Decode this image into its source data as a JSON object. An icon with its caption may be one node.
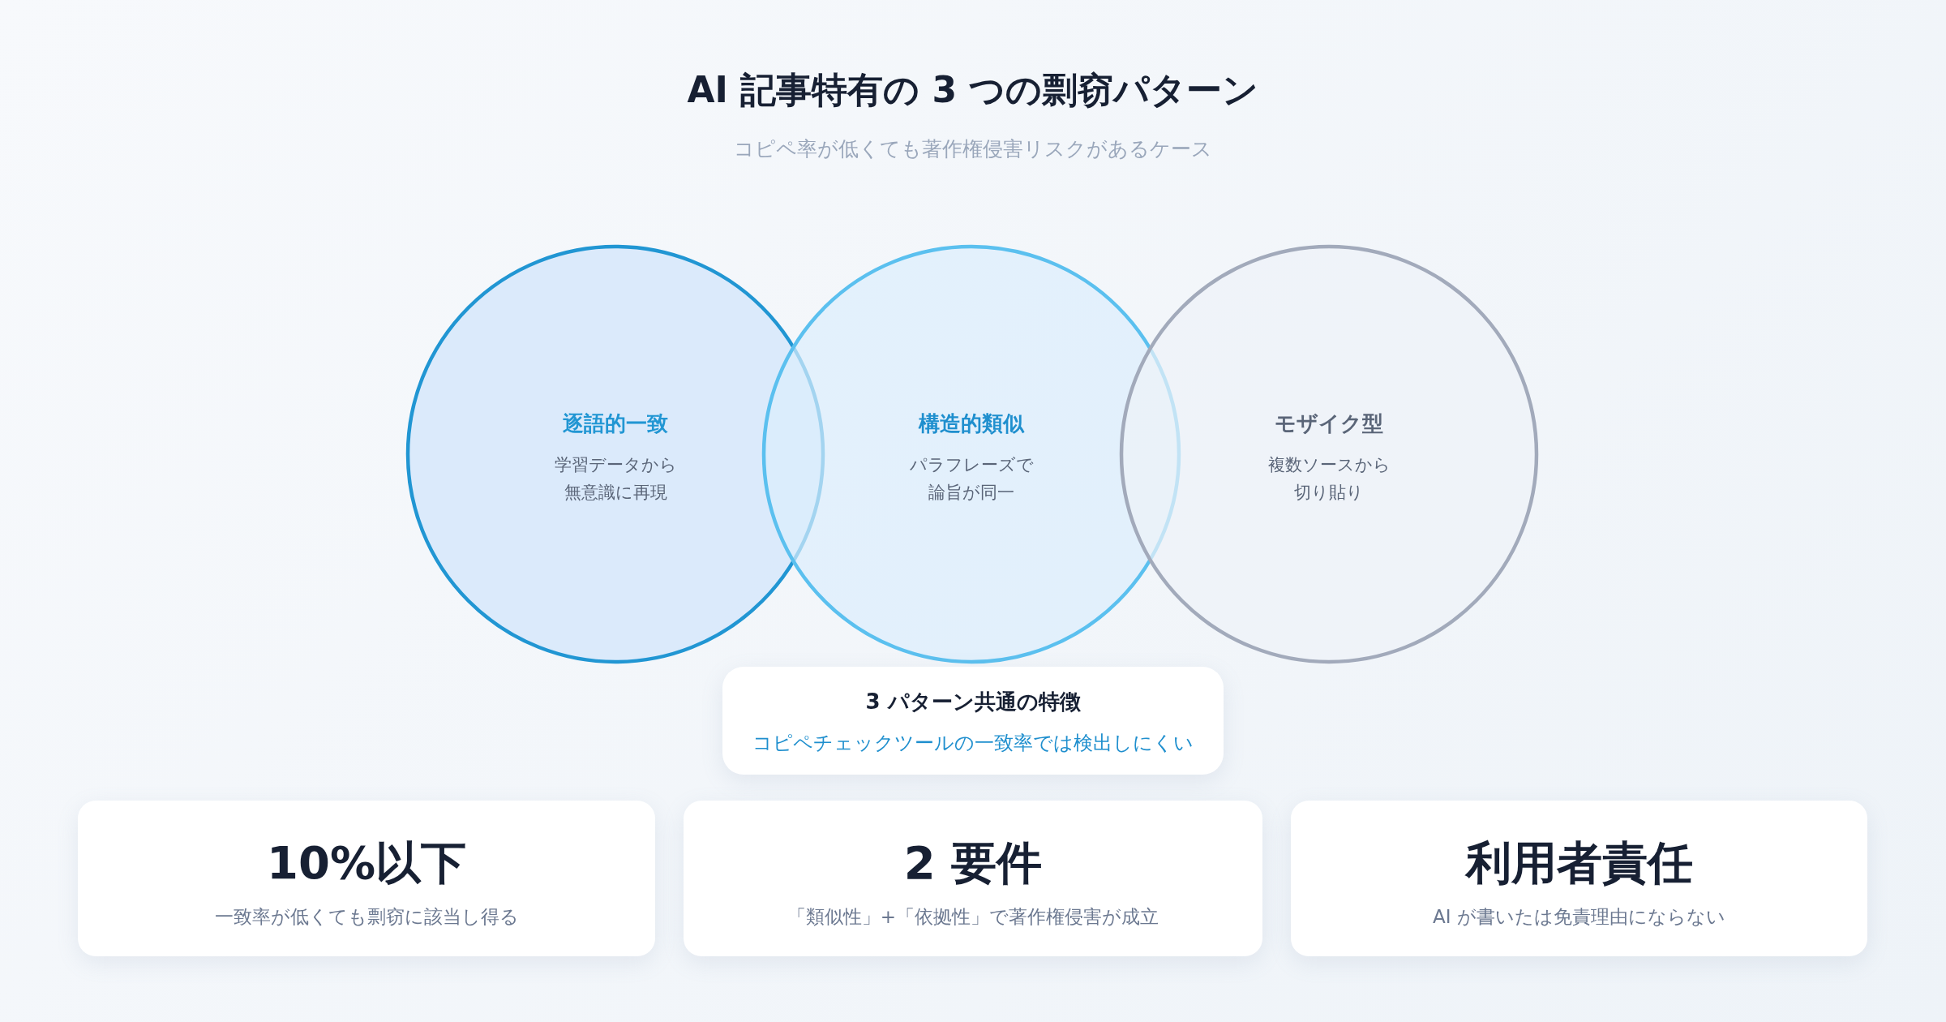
{
  "diagram": {
    "title": "AI 記事特有の 3 つの剽窃パターン",
    "caption": "コピペ率が低くても著作権侵害リスクがあるケース",
    "nodes": [
      {
        "text": [
          "逐語的一致",
          "学習データから無意識に再現"
        ]
      },
      {
        "text": [
          "構造的類似",
          "パラフレーズで論旨が同一"
        ]
      },
      {
        "text": [
          "モザイク型",
          "複数ソースから切り貼り"
        ]
      },
      {
        "text": [
          "3 パターン共通の特徴",
          "コピペチェックツールの一致率では検出しにくい"
        ]
      },
      {
        "text": [
          "10%以下",
          "一致率が低くても剽窃に該当し得る"
        ]
      },
      {
        "text": [
          "2 要件",
          "「類似性」+「依拠性」で著作権侵害が成立"
        ]
      },
      {
        "text": [
          "利用者責任",
          "AI が書いたは免責理由にならない"
        ]
      }
    ],
    "edges": []
  }
}
